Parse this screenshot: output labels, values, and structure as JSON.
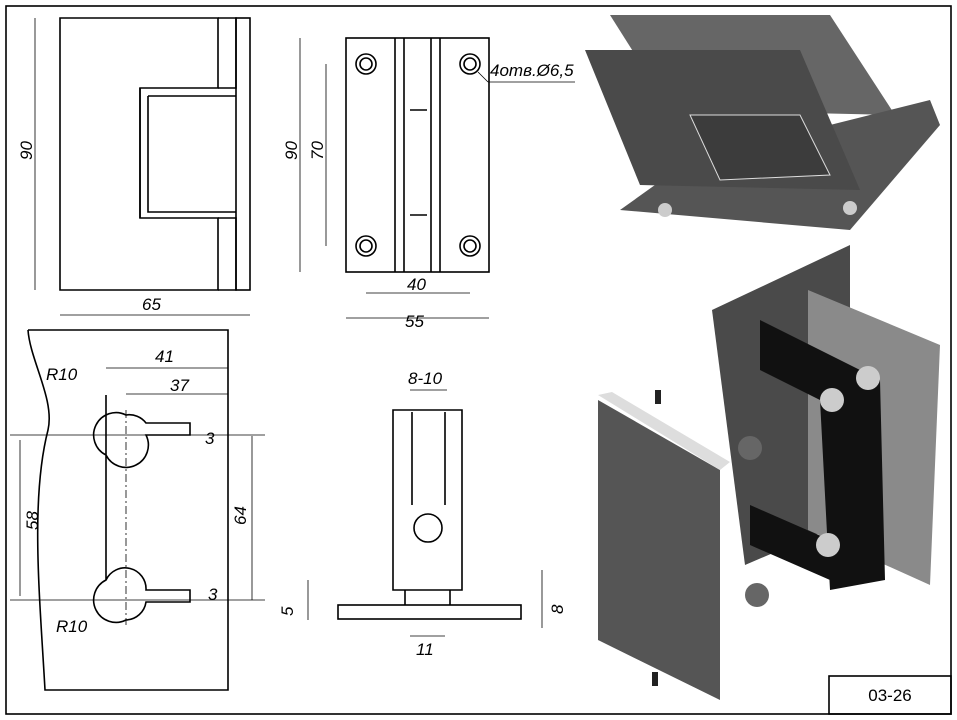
{
  "drawing_code": "03-26",
  "front_view": {
    "height": "90",
    "width": "65"
  },
  "side_view": {
    "height": "90",
    "hole_spacing_v": "70",
    "hole_spacing_h": "40",
    "width": "55",
    "holes_note": "4отв.Ø6,5"
  },
  "cutout": {
    "width_outer": "41",
    "width_inner": "37",
    "radius_top": "R10",
    "radius_bottom": "R10",
    "offset_top": "3",
    "offset_bottom": "3",
    "height_inner": "58",
    "height_outer": "64"
  },
  "section": {
    "glass_range": "8-10",
    "base_thickness": "5",
    "total": "8",
    "center_width": "11"
  },
  "colors": {
    "metal": "#4a4a4a",
    "metal_light": "#7a7a7a",
    "black": "#111111"
  }
}
